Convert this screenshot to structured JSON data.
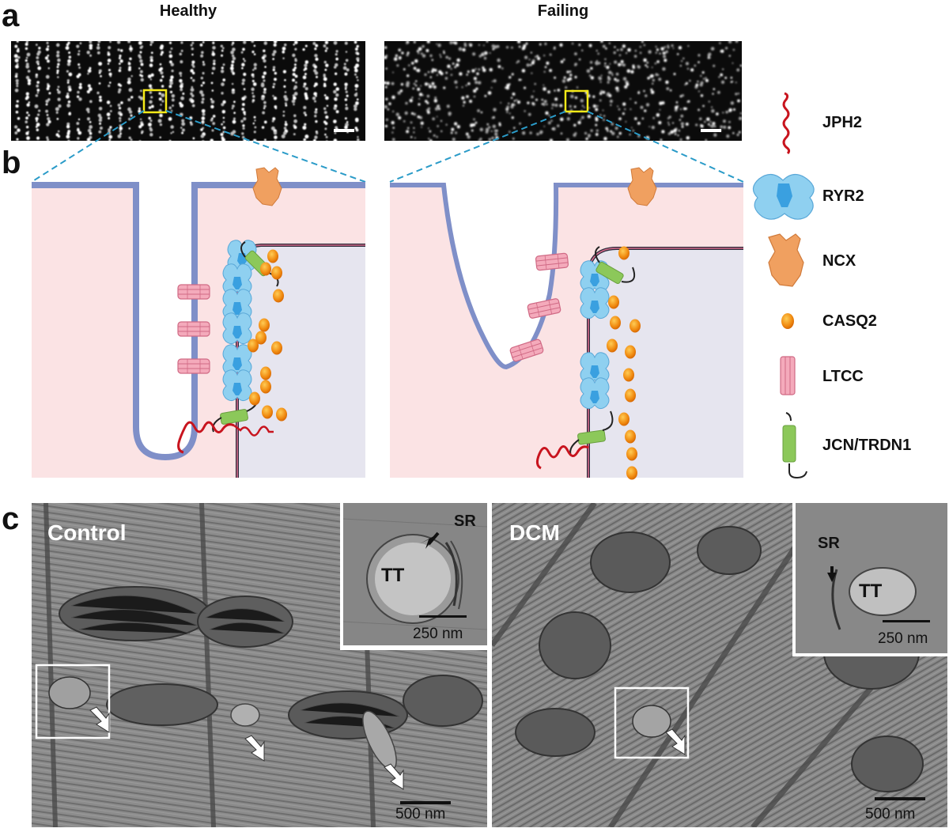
{
  "panel_labels": {
    "a": "a",
    "b": "b",
    "c": "c"
  },
  "panel_a": {
    "healthy_title": "Healthy",
    "failing_title": "Failing"
  },
  "legend": [
    {
      "key": "jph2",
      "label": "JPH2",
      "icon": "jph2-squiggle-icon",
      "color": "#c8141e"
    },
    {
      "key": "ryr2",
      "label": "RYR2",
      "icon": "ryr2-receptor-icon",
      "color": "#7cc8ee"
    },
    {
      "key": "ncx",
      "label": "NCX",
      "icon": "ncx-exchanger-icon",
      "color": "#f0a060"
    },
    {
      "key": "casq2",
      "label": "CASQ2",
      "icon": "casq2-sphere-icon",
      "color": "#f08a10"
    },
    {
      "key": "ltcc",
      "label": "LTCC",
      "icon": "ltcc-channel-icon",
      "color": "#f2a0b4"
    },
    {
      "key": "jcn",
      "label": "JCN/TRDN1",
      "icon": "jcn-trdn1-icon",
      "color": "#8cc85a"
    }
  ],
  "panel_c": {
    "control": {
      "label": "Control",
      "inset_tt": "TT",
      "inset_sr": "SR",
      "inset_scale": "250 nm",
      "main_scale": "500 nm"
    },
    "dcm": {
      "label": "DCM",
      "inset_tt": "TT",
      "inset_sr": "SR",
      "inset_scale": "250 nm",
      "main_scale": "500 nm"
    }
  },
  "colors": {
    "membrane": "#7f8fc8",
    "cytosol": "#fbe3e4",
    "sr_lumen": "#e6e5ef",
    "zoom_box": "#f5ea18",
    "zoom_line": "#2a9bc8"
  }
}
